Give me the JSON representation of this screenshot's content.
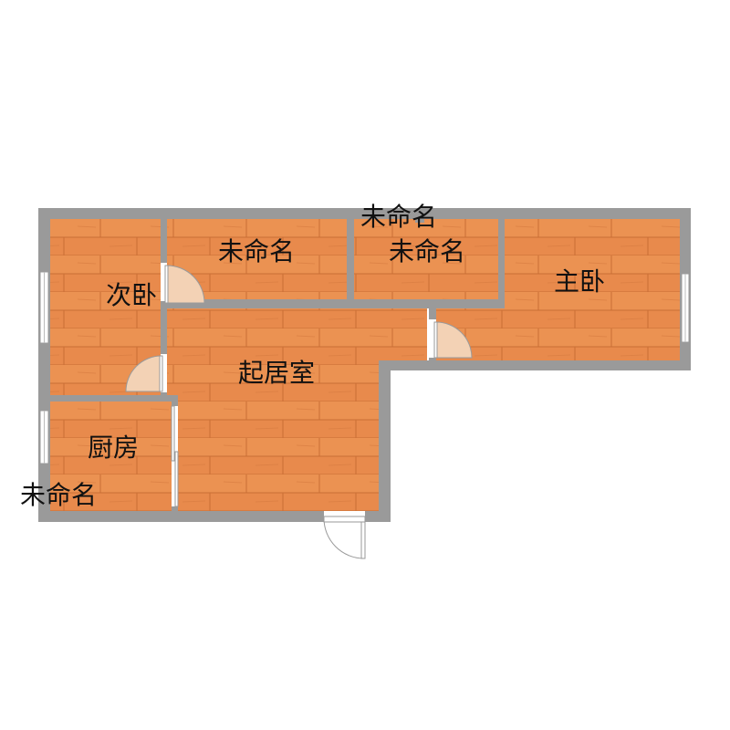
{
  "colors": {
    "wall": "#9a9a9a",
    "floor": "#e88a4c",
    "plank_line": "#c96e35",
    "door": "#f0c9a8",
    "window": "#ffffff"
  },
  "rooms": {
    "secondary_bedroom": "次卧",
    "unnamed_top_left": "未命名",
    "unnamed_top_mid": "未命名",
    "unnamed_top_outside": "未命名",
    "master_bedroom": "主卧",
    "living_room": "起居室",
    "kitchen": "厨房",
    "unnamed_bottom_left": "未命名"
  }
}
